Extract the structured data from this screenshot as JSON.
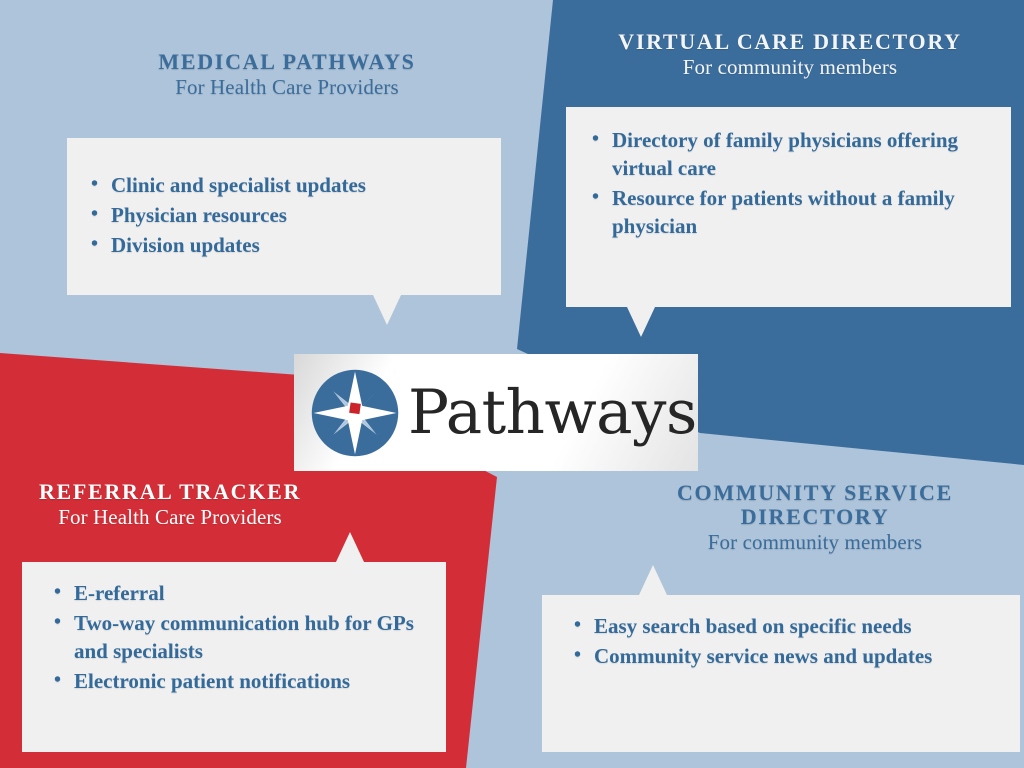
{
  "colors": {
    "light_blue": "#aec4da",
    "dark_blue": "#3b6d9c",
    "red": "#d32e37",
    "box_bg": "#f0f0f0",
    "bullet_text": "#336a9a",
    "logo_word": "#262626",
    "logo_accent_red": "#cc2229"
  },
  "brand": {
    "name": "Pathways",
    "logo_icon": "compass-star-icon"
  },
  "sections": [
    {
      "id": "medical-pathways",
      "title": "MEDICAL PATHWAYS",
      "subtitle": "For Health Care Providers",
      "bullets": [
        "Clinic and specialist updates",
        "Physician resources",
        "Division updates"
      ]
    },
    {
      "id": "virtual-care-directory",
      "title": "VIRTUAL CARE DIRECTORY",
      "subtitle": "For community members",
      "bullets": [
        "Directory of family physicians offering virtual care",
        "Resource for patients without a family physician"
      ]
    },
    {
      "id": "referral-tracker",
      "title": "REFERRAL TRACKER",
      "subtitle": "For Health Care Providers",
      "bullets": [
        "E-referral",
        "Two-way communication hub for GPs and specialists",
        "Electronic patient notifications"
      ]
    },
    {
      "id": "community-service-directory",
      "title": "COMMUNITY SERVICE DIRECTORY",
      "subtitle": "For community members",
      "bullets": [
        "Easy search based on specific needs",
        "Community service news and updates"
      ]
    }
  ]
}
